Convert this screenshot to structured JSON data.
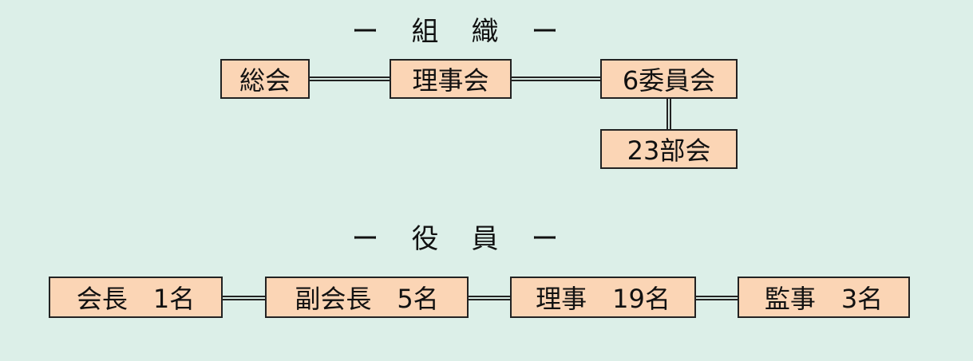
{
  "org": {
    "heading": [
      "ー",
      "組",
      "織",
      "ー"
    ],
    "nodes": {
      "general_assembly": "総会",
      "board": "理事会",
      "committees": "6委員会",
      "subcommittees": "23部会"
    }
  },
  "officers": {
    "heading": [
      "ー",
      "役",
      "員",
      "ー"
    ],
    "nodes": {
      "president": "会長　1名",
      "vice_president": "副会長　5名",
      "directors": "理事　19名",
      "auditors": "監事　3名"
    }
  }
}
